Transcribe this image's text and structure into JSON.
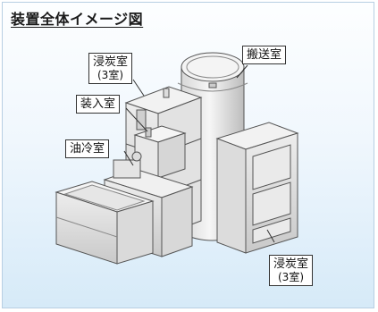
{
  "title": "装置全体イメージ図",
  "labels": {
    "carburizing_top": {
      "main": "浸炭室",
      "sub": "(3室)"
    },
    "transfer": "搬送室",
    "loading": "装入室",
    "oil_cooling": "油冷室",
    "carburizing_bottom": {
      "main": "浸炭室",
      "sub": "(3室)"
    }
  }
}
